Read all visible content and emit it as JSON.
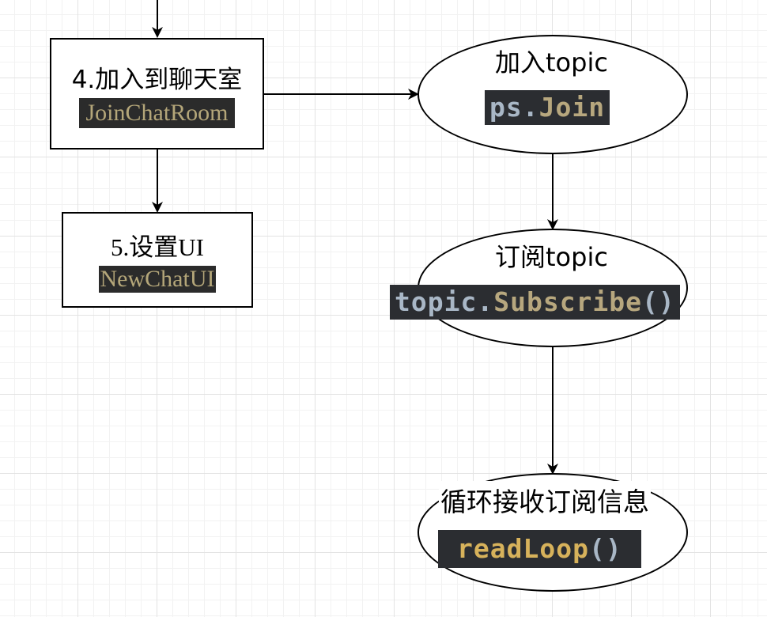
{
  "nodes": {
    "join_room": {
      "title": "4.加入到聊天室",
      "code": "JoinChatRoom"
    },
    "setup_ui": {
      "title": "5.设置UI",
      "code": "NewChatUI"
    },
    "join_topic": {
      "title": "加入topic",
      "code_obj": "ps.",
      "code_fn": "Join"
    },
    "subscribe_topic": {
      "title": "订阅topic",
      "code_obj": "topic.",
      "code_fn": "Subscribe",
      "code_paren": "()"
    },
    "read_loop": {
      "title": "循环接收订阅信息",
      "code_fn": "readLoop",
      "code_paren": "()"
    }
  }
}
